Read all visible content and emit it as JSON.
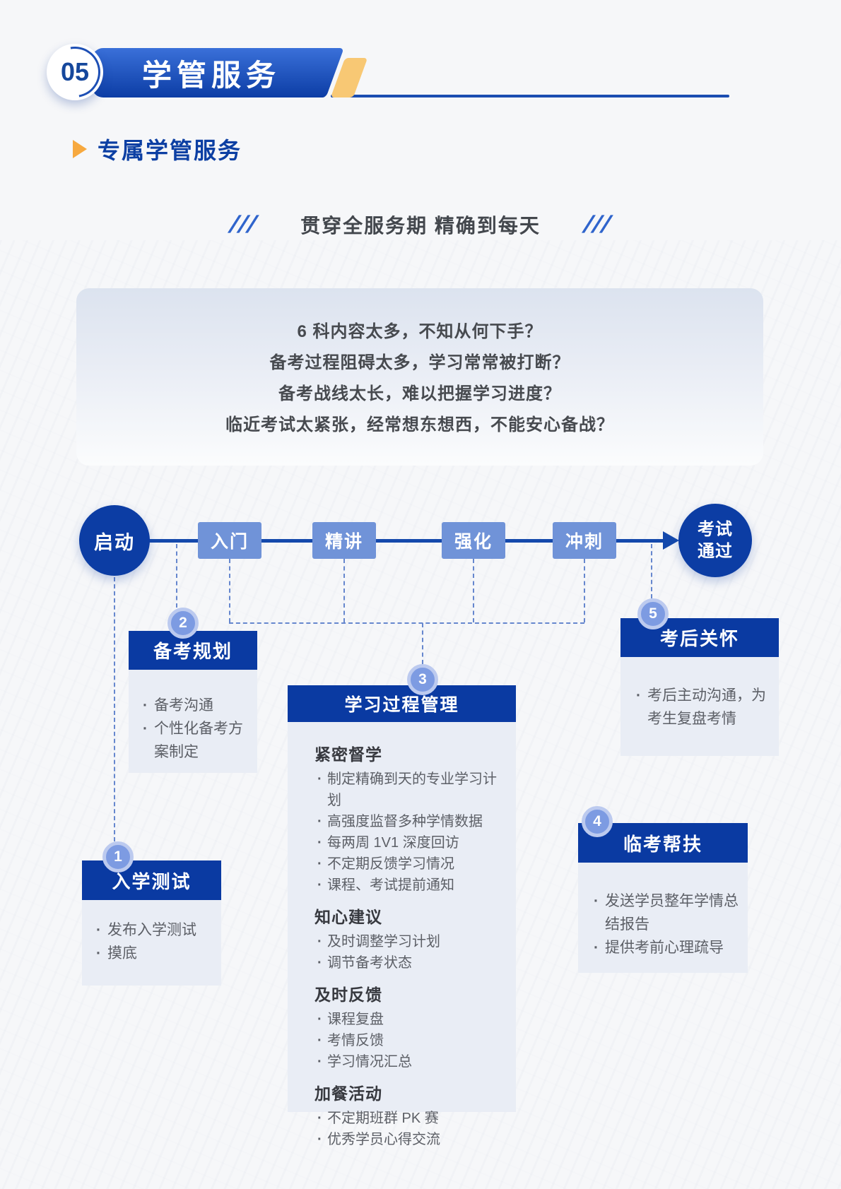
{
  "colors": {
    "primary_blue": "#0c3da5",
    "banner_gradient_top": "#3a70d9",
    "stage_box_blue": "#7093d8",
    "badge_blue": "#7d9be2",
    "badge_ring": "#bccaef",
    "accent_yellow": "#f8c874",
    "bullet_triangle_orange": "#f7a93f",
    "dashed_line_blue": "#6687ce",
    "heading_text_blue": "#0c3fa3",
    "subtitle_text": "#43474d",
    "body_text": "#5c5f66",
    "card_header_bg": "#0a3aa2",
    "card_body_bg": "#e9edf5"
  },
  "header": {
    "number": "05",
    "title": "学管服务"
  },
  "section": {
    "title": "专属学管服务"
  },
  "subtitle": {
    "slashes": "///",
    "text": "贯穿全服务期 精确到每天"
  },
  "pain_points": [
    "6 科内容太多，不知从何下手？",
    "备考过程阻碍太多，学习常常被打断？",
    "备考战线太长，难以把握学习进度？",
    "临近考试太紧张，经常想东想西，不能安心备战？"
  ],
  "timeline": {
    "start": "启动",
    "stages": [
      "入门",
      "精讲",
      "强化",
      "冲刺"
    ],
    "end_lines": [
      "考试",
      "通过"
    ]
  },
  "steps": [
    {
      "num": "1",
      "title": "入学测试",
      "items": [
        "发布入学测试",
        "摸底"
      ]
    },
    {
      "num": "2",
      "title": "备考规划",
      "items": [
        "备考沟通",
        "个性化备考方案制定"
      ]
    },
    {
      "num": "3",
      "title": "学习过程管理",
      "sections": [
        {
          "heading": "紧密督学",
          "items": [
            "制定精确到天的专业学习计划",
            "高强度监督多种学情数据",
            "每两周 1V1 深度回访",
            "不定期反馈学习情况",
            "课程、考试提前通知"
          ]
        },
        {
          "heading": "知心建议",
          "items": [
            "及时调整学习计划",
            "调节备考状态"
          ]
        },
        {
          "heading": "及时反馈",
          "items": [
            "课程复盘",
            "考情反馈",
            "学习情况汇总"
          ]
        },
        {
          "heading": "加餐活动",
          "items": [
            "不定期班群 PK 赛",
            "优秀学员心得交流"
          ]
        }
      ]
    },
    {
      "num": "4",
      "title": "临考帮扶",
      "items": [
        "发送学员整年学情总结报告",
        "提供考前心理疏导"
      ]
    },
    {
      "num": "5",
      "title": "考后关怀",
      "items": [
        "考后主动沟通，为考生复盘考情"
      ]
    }
  ]
}
